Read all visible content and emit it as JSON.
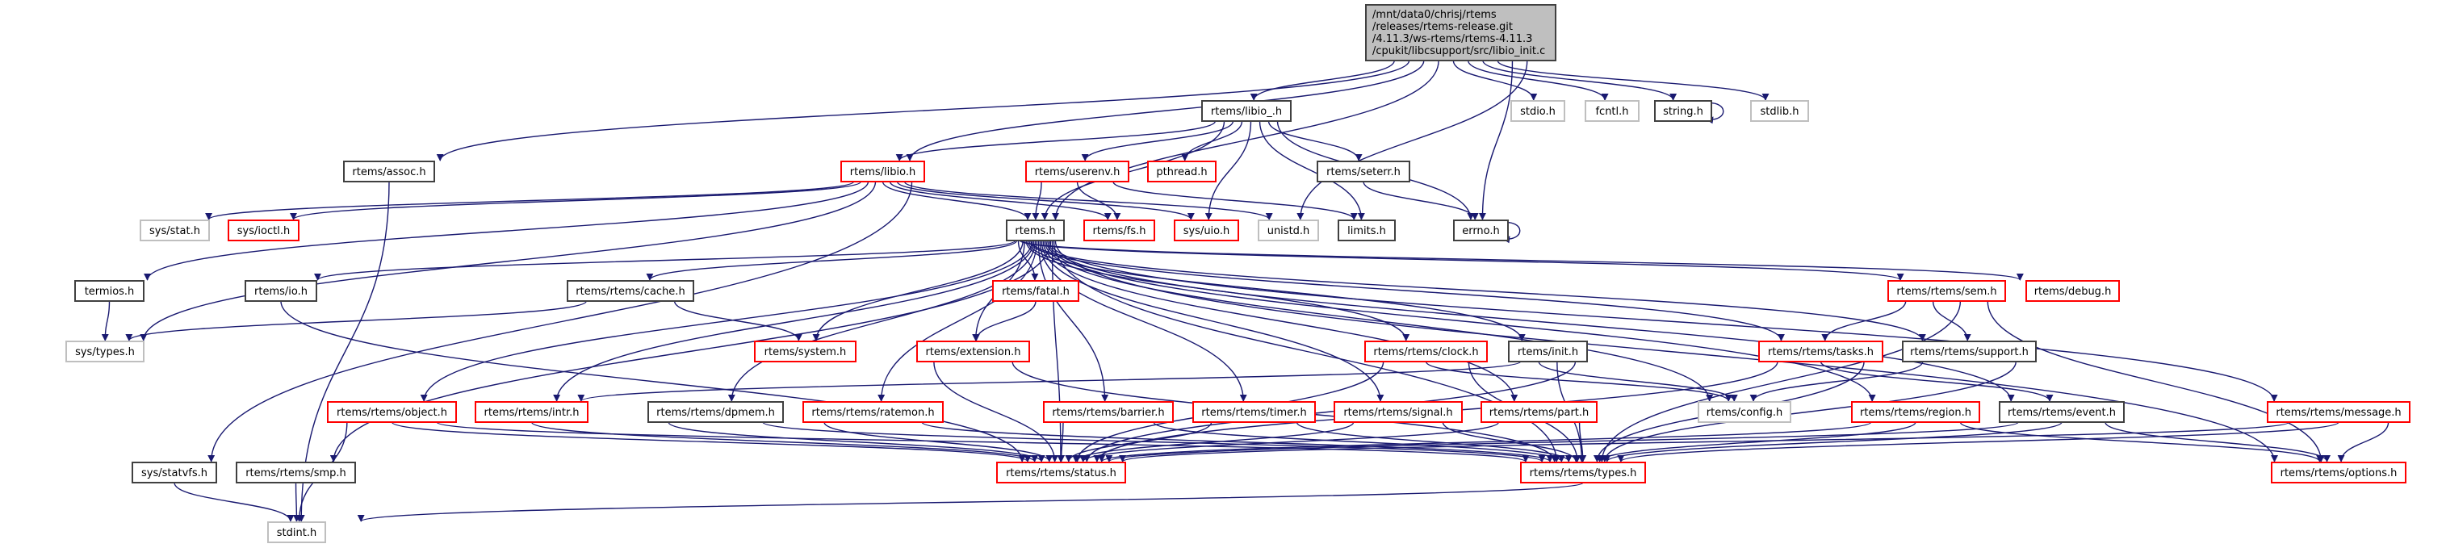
{
  "graph": {
    "edge_color": "#191970",
    "style_colors": {
      "root": {
        "fill": "#bfbfbf",
        "stroke": "#404040"
      },
      "black": {
        "fill": "#ffffff",
        "stroke": "#404040"
      },
      "red": {
        "fill": "#ffffff",
        "stroke": "#ff0000"
      },
      "gray": {
        "fill": "#ffffff",
        "stroke": "#bfbfbf"
      }
    },
    "root": {
      "lines": [
        "/mnt/data0/chrisj/rtems",
        "/releases/rtems-release.git",
        "/4.11.3/ws-rtems/rtems-4.11.3",
        "/cpukit/libcsupport/src/libio_init.c"
      ]
    },
    "nodes": [
      {
        "id": "libio_",
        "label": "rtems/libio_.h",
        "style": "black"
      },
      {
        "id": "stdio",
        "label": "stdio.h",
        "style": "gray"
      },
      {
        "id": "fcntl",
        "label": "fcntl.h",
        "style": "gray"
      },
      {
        "id": "string",
        "label": "string.h",
        "style": "black"
      },
      {
        "id": "stdlib",
        "label": "stdlib.h",
        "style": "gray"
      },
      {
        "id": "assoc",
        "label": "rtems/assoc.h",
        "style": "black"
      },
      {
        "id": "libio",
        "label": "rtems/libio.h",
        "style": "red"
      },
      {
        "id": "userenv",
        "label": "rtems/userenv.h",
        "style": "red"
      },
      {
        "id": "pthread",
        "label": "pthread.h",
        "style": "red"
      },
      {
        "id": "seterr",
        "label": "rtems/seterr.h",
        "style": "black"
      },
      {
        "id": "sysstat",
        "label": "sys/stat.h",
        "style": "gray"
      },
      {
        "id": "ioctl",
        "label": "sys/ioctl.h",
        "style": "red"
      },
      {
        "id": "rtems",
        "label": "rtems.h",
        "style": "black"
      },
      {
        "id": "fs",
        "label": "rtems/fs.h",
        "style": "red"
      },
      {
        "id": "uio",
        "label": "sys/uio.h",
        "style": "red"
      },
      {
        "id": "unistd",
        "label": "unistd.h",
        "style": "gray"
      },
      {
        "id": "limits",
        "label": "limits.h",
        "style": "black"
      },
      {
        "id": "errno",
        "label": "errno.h",
        "style": "black"
      },
      {
        "id": "termios",
        "label": "termios.h",
        "style": "black"
      },
      {
        "id": "io",
        "label": "rtems/io.h",
        "style": "black"
      },
      {
        "id": "cache",
        "label": "rtems/rtems/cache.h",
        "style": "black"
      },
      {
        "id": "fatal",
        "label": "rtems/fatal.h",
        "style": "red"
      },
      {
        "id": "sem",
        "label": "rtems/rtems/sem.h",
        "style": "red"
      },
      {
        "id": "debug",
        "label": "rtems/debug.h",
        "style": "red"
      },
      {
        "id": "systypes",
        "label": "sys/types.h",
        "style": "gray"
      },
      {
        "id": "system",
        "label": "rtems/system.h",
        "style": "red"
      },
      {
        "id": "extension",
        "label": "rtems/extension.h",
        "style": "red"
      },
      {
        "id": "clock",
        "label": "rtems/rtems/clock.h",
        "style": "red"
      },
      {
        "id": "init",
        "label": "rtems/init.h",
        "style": "black"
      },
      {
        "id": "tasks",
        "label": "rtems/rtems/tasks.h",
        "style": "red"
      },
      {
        "id": "support",
        "label": "rtems/rtems/support.h",
        "style": "black"
      },
      {
        "id": "object",
        "label": "rtems/rtems/object.h",
        "style": "red"
      },
      {
        "id": "intr",
        "label": "rtems/rtems/intr.h",
        "style": "red"
      },
      {
        "id": "dpmem",
        "label": "rtems/rtems/dpmem.h",
        "style": "black"
      },
      {
        "id": "ratemon",
        "label": "rtems/rtems/ratemon.h",
        "style": "red"
      },
      {
        "id": "barrier",
        "label": "rtems/rtems/barrier.h",
        "style": "red"
      },
      {
        "id": "timer",
        "label": "rtems/rtems/timer.h",
        "style": "red"
      },
      {
        "id": "signal",
        "label": "rtems/rtems/signal.h",
        "style": "red"
      },
      {
        "id": "part",
        "label": "rtems/rtems/part.h",
        "style": "red"
      },
      {
        "id": "config",
        "label": "rtems/config.h",
        "style": "gray"
      },
      {
        "id": "region",
        "label": "rtems/rtems/region.h",
        "style": "red"
      },
      {
        "id": "event",
        "label": "rtems/rtems/event.h",
        "style": "black"
      },
      {
        "id": "message",
        "label": "rtems/rtems/message.h",
        "style": "red"
      },
      {
        "id": "statvfs",
        "label": "sys/statvfs.h",
        "style": "black"
      },
      {
        "id": "smp",
        "label": "rtems/rtems/smp.h",
        "style": "black"
      },
      {
        "id": "status",
        "label": "rtems/rtems/status.h",
        "style": "red"
      },
      {
        "id": "types",
        "label": "rtems/rtems/types.h",
        "style": "red"
      },
      {
        "id": "options",
        "label": "rtems/rtems/options.h",
        "style": "red"
      },
      {
        "id": "stdint",
        "label": "stdint.h",
        "style": "gray"
      }
    ],
    "edges": [
      [
        "root",
        "libio_"
      ],
      [
        "root",
        "assoc"
      ],
      [
        "root",
        "libio"
      ],
      [
        "root",
        "rtems"
      ],
      [
        "root",
        "stdio"
      ],
      [
        "root",
        "fcntl"
      ],
      [
        "root",
        "string"
      ],
      [
        "root",
        "stdlib"
      ],
      [
        "root",
        "errno"
      ],
      [
        "root",
        "unistd"
      ],
      [
        "string",
        "string"
      ],
      [
        "errno",
        "errno"
      ],
      [
        "libio_",
        "libio"
      ],
      [
        "libio_",
        "rtems"
      ],
      [
        "libio_",
        "userenv"
      ],
      [
        "libio_",
        "pthread"
      ],
      [
        "libio_",
        "uio"
      ],
      [
        "libio_",
        "limits"
      ],
      [
        "libio_",
        "seterr"
      ],
      [
        "libio_",
        "errno"
      ],
      [
        "assoc",
        "stdint"
      ],
      [
        "libio",
        "sysstat"
      ],
      [
        "libio",
        "ioctl"
      ],
      [
        "libio",
        "termios"
      ],
      [
        "libio",
        "systypes"
      ],
      [
        "libio",
        "rtems"
      ],
      [
        "libio",
        "fs"
      ],
      [
        "libio",
        "uio"
      ],
      [
        "libio",
        "unistd"
      ],
      [
        "libio",
        "statvfs"
      ],
      [
        "userenv",
        "rtems"
      ],
      [
        "userenv",
        "fs"
      ],
      [
        "userenv",
        "limits"
      ],
      [
        "seterr",
        "errno"
      ],
      [
        "termios",
        "systypes"
      ],
      [
        "rtems",
        "io"
      ],
      [
        "rtems",
        "cache"
      ],
      [
        "rtems",
        "fatal"
      ],
      [
        "rtems",
        "sem"
      ],
      [
        "rtems",
        "debug"
      ],
      [
        "rtems",
        "system"
      ],
      [
        "rtems",
        "extension"
      ],
      [
        "rtems",
        "clock"
      ],
      [
        "rtems",
        "init"
      ],
      [
        "rtems",
        "tasks"
      ],
      [
        "rtems",
        "support"
      ],
      [
        "rtems",
        "object"
      ],
      [
        "rtems",
        "intr"
      ],
      [
        "rtems",
        "dpmem"
      ],
      [
        "rtems",
        "ratemon"
      ],
      [
        "rtems",
        "barrier"
      ],
      [
        "rtems",
        "timer"
      ],
      [
        "rtems",
        "signal"
      ],
      [
        "rtems",
        "part"
      ],
      [
        "rtems",
        "config"
      ],
      [
        "rtems",
        "region"
      ],
      [
        "rtems",
        "event"
      ],
      [
        "rtems",
        "message"
      ],
      [
        "rtems",
        "smp"
      ],
      [
        "rtems",
        "status"
      ],
      [
        "rtems",
        "types"
      ],
      [
        "rtems",
        "options"
      ],
      [
        "io",
        "status"
      ],
      [
        "cache",
        "systypes"
      ],
      [
        "cache",
        "system"
      ],
      [
        "fatal",
        "extension"
      ],
      [
        "extension",
        "status"
      ],
      [
        "extension",
        "types"
      ],
      [
        "clock",
        "status"
      ],
      [
        "clock",
        "config"
      ],
      [
        "clock",
        "types"
      ],
      [
        "init",
        "intr"
      ],
      [
        "init",
        "config"
      ],
      [
        "init",
        "types"
      ],
      [
        "init",
        "status"
      ],
      [
        "sem",
        "tasks"
      ],
      [
        "sem",
        "support"
      ],
      [
        "sem",
        "types"
      ],
      [
        "sem",
        "options"
      ],
      [
        "tasks",
        "status"
      ],
      [
        "tasks",
        "event"
      ],
      [
        "tasks",
        "types"
      ],
      [
        "support",
        "config"
      ],
      [
        "support",
        "types"
      ],
      [
        "object",
        "stdint"
      ],
      [
        "object",
        "status"
      ],
      [
        "object",
        "types"
      ],
      [
        "intr",
        "status"
      ],
      [
        "dpmem",
        "status"
      ],
      [
        "dpmem",
        "types"
      ],
      [
        "ratemon",
        "status"
      ],
      [
        "ratemon",
        "types"
      ],
      [
        "barrier",
        "status"
      ],
      [
        "barrier",
        "types"
      ],
      [
        "timer",
        "status"
      ],
      [
        "timer",
        "types"
      ],
      [
        "signal",
        "status"
      ],
      [
        "signal",
        "types"
      ],
      [
        "part",
        "status"
      ],
      [
        "part",
        "types"
      ],
      [
        "region",
        "status"
      ],
      [
        "region",
        "types"
      ],
      [
        "region",
        "options"
      ],
      [
        "event",
        "status"
      ],
      [
        "event",
        "types"
      ],
      [
        "event",
        "options"
      ],
      [
        "message",
        "status"
      ],
      [
        "message",
        "types"
      ],
      [
        "message",
        "options"
      ],
      [
        "statvfs",
        "stdint"
      ],
      [
        "smp",
        "stdint"
      ],
      [
        "types",
        "stdint"
      ]
    ]
  }
}
